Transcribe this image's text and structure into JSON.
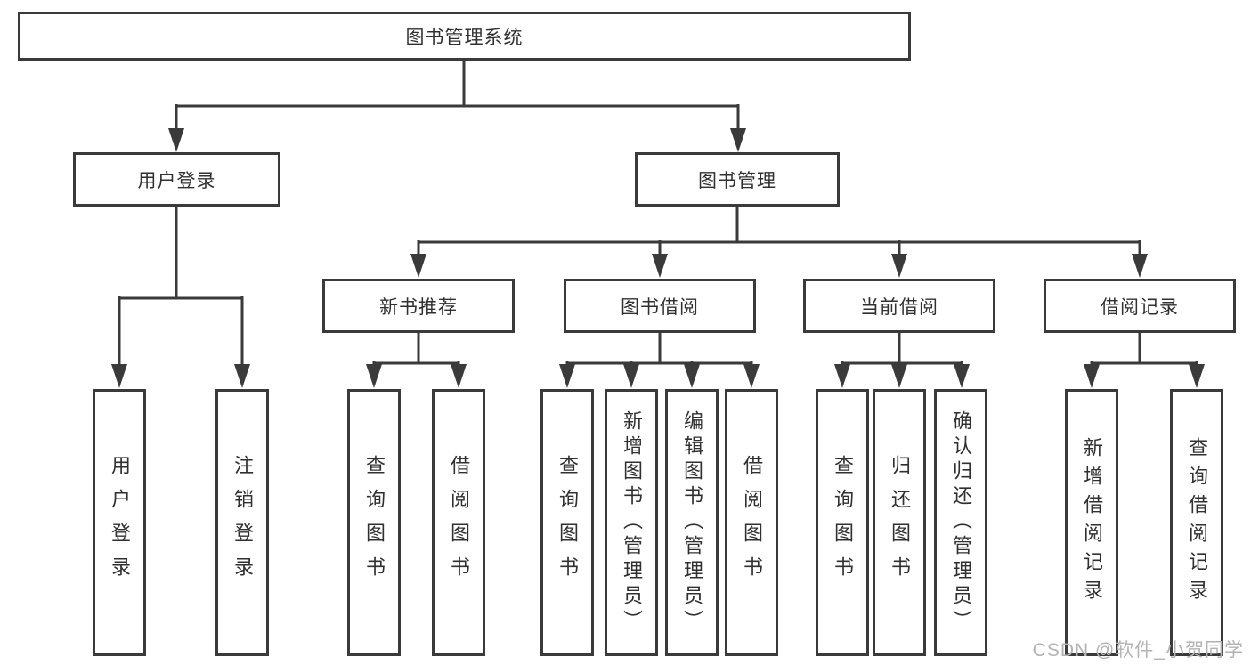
{
  "tree": {
    "root": {
      "label": "图书管理系统",
      "children": [
        {
          "label": "用户登录",
          "children": [
            {
              "label": "用户登录"
            },
            {
              "label": "注销登录"
            }
          ]
        },
        {
          "label": "图书管理",
          "children": [
            {
              "label": "新书推荐",
              "children": [
                {
                  "label": "查询图书"
                },
                {
                  "label": "借阅图书"
                }
              ]
            },
            {
              "label": "图书借阅",
              "children": [
                {
                  "label": "查询图书"
                },
                {
                  "label": "新增图书（管理员）"
                },
                {
                  "label": "编辑图书（管理员）"
                },
                {
                  "label": "借阅图书"
                }
              ]
            },
            {
              "label": "当前借阅",
              "children": [
                {
                  "label": "查询图书"
                },
                {
                  "label": "归还图书"
                },
                {
                  "label": "确认归还（管理员）"
                }
              ]
            },
            {
              "label": "借阅记录",
              "children": [
                {
                  "label": "新增借阅记录"
                },
                {
                  "label": "查询借阅记录"
                }
              ]
            }
          ]
        }
      ]
    }
  },
  "watermark": {
    "text": "CSDN @软件_小贺同学"
  },
  "colors": {
    "line": "#3a3a3a",
    "box_border": "#3a3a3a",
    "text": "#303030",
    "watermark": "#b3b3b3",
    "background": "#ffffff"
  }
}
